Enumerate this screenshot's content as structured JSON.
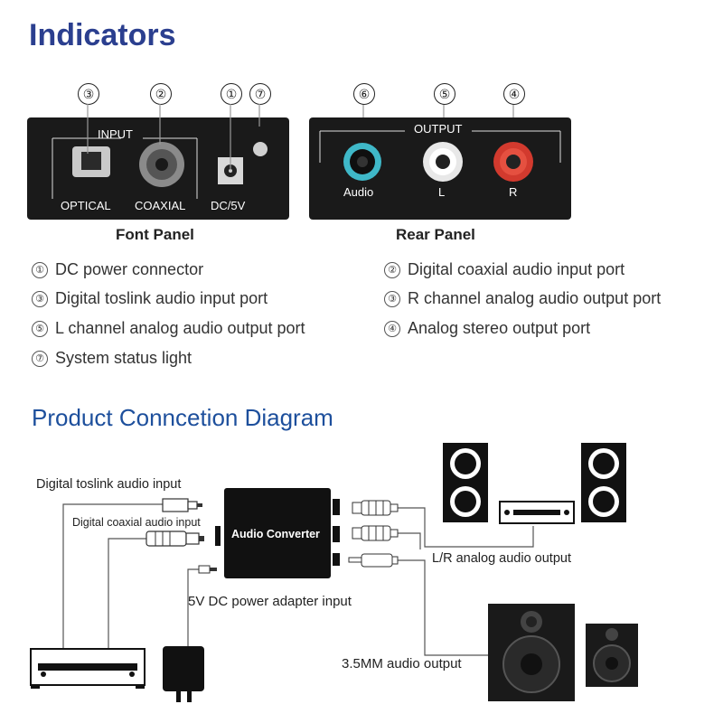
{
  "heading": "Indicators",
  "front_panel": {
    "input_label": "INPUT",
    "optical_label": "OPTICAL",
    "coaxial_label": "COAXIAL",
    "dc_label": "DC/5V",
    "caption": "Font Panel",
    "markers": [
      "③",
      "②",
      "①",
      "⑦"
    ]
  },
  "rear_panel": {
    "output_label": "OUTPUT",
    "audio_label": "Audio",
    "l_label": "L",
    "r_label": "R",
    "caption": "Rear Panel",
    "markers": [
      "⑥",
      "⑤",
      "④"
    ]
  },
  "legend_left": [
    {
      "num": "①",
      "text": "DC  power  connector"
    },
    {
      "num": "③",
      "text": "Digital toslink audio input port"
    },
    {
      "num": "⑤",
      "text": "L channel analog audio output port"
    },
    {
      "num": "⑦",
      "text": "System status light"
    }
  ],
  "legend_right": [
    {
      "num": "②",
      "text": "Digital coaxial audio input port"
    },
    {
      "num": "③",
      "text": "R channel analog audio output port"
    },
    {
      "num": "④",
      "text": "Analog stereo output port"
    }
  ],
  "diagram": {
    "title": "Product Conncetion Diagram",
    "toslink_label": "Digital  toslink audio input",
    "coaxial_label": "Digital  coaxial audio input",
    "converter_label": "Audio Converter",
    "lr_label": "L/R analog audio output",
    "dc_label": "5V DC power adapter input",
    "mm_label": "3.5MM audio output"
  },
  "colors": {
    "heading": "#2b3f8f",
    "diagram_title": "#1d4f9c",
    "audio_jack": "#3fb8c8",
    "l_jack": "#ffffff",
    "r_jack": "#d23a2e"
  }
}
